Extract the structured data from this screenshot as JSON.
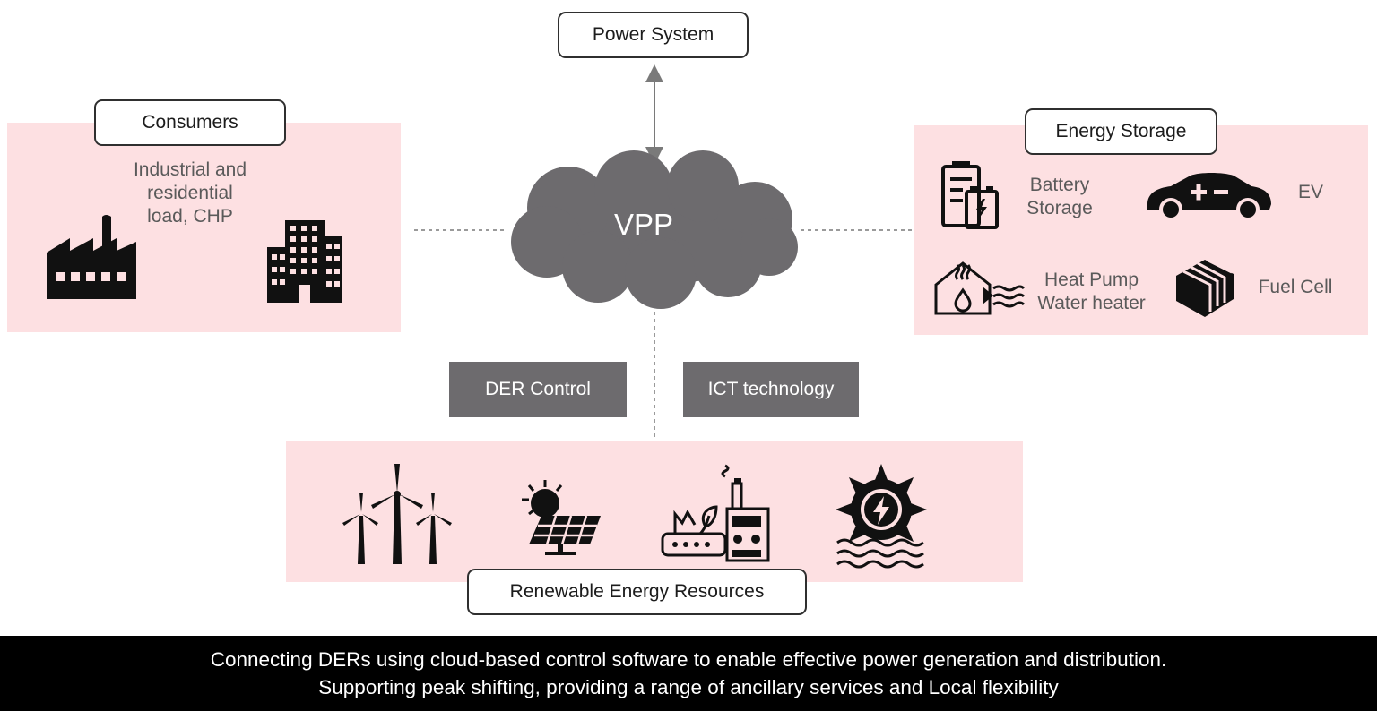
{
  "power_system": {
    "label": "Power System"
  },
  "vpp": {
    "label": "VPP",
    "cloud_color": "#6d6b6e"
  },
  "consumers": {
    "label": "Consumers",
    "description": [
      "Industrial and",
      "residential",
      "load, CHP"
    ],
    "icons": [
      "factory-icon",
      "building-icon"
    ]
  },
  "energy_storage": {
    "label": "Energy Storage",
    "items": [
      {
        "icon": "battery-storage-icon",
        "label_lines": [
          "Battery",
          "Storage"
        ]
      },
      {
        "icon": "ev-car-icon",
        "label_lines": [
          "EV"
        ]
      },
      {
        "icon": "heat-pump-icon",
        "label_lines": [
          "Heat Pump",
          "Water heater"
        ]
      },
      {
        "icon": "fuel-cell-icon",
        "label_lines": [
          "Fuel Cell"
        ]
      }
    ]
  },
  "middle_boxes": {
    "der_control": "DER Control",
    "ict_technology": "ICT technology"
  },
  "renewables": {
    "label": "Renewable Energy Resources",
    "icons": [
      "wind-turbine-icon",
      "solar-panel-icon",
      "biomass-plant-icon",
      "hydro-power-icon"
    ]
  },
  "caption": {
    "line1": "Connecting DERs using cloud-based control software to enable effective power generation and distribution.",
    "line2": "Supporting peak shifting, providing a range of ancillary services and Local flexibility"
  },
  "colors": {
    "panel": "#fde0e2",
    "dark_box": "#6d6b6e",
    "caption_bg": "#000000"
  }
}
